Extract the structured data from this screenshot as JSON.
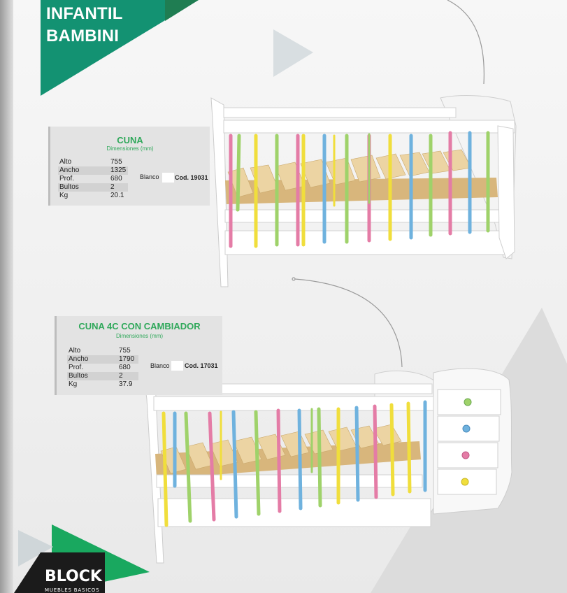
{
  "header": {
    "line1": "INFANTIL",
    "line2": "BAMBINI"
  },
  "products": [
    {
      "title": "CUNA",
      "subtitle": "Dimensiones (mm)",
      "specs": [
        {
          "label": "Alto",
          "value": "755"
        },
        {
          "label": "Ancho",
          "value": "1325"
        },
        {
          "label": "Prof.",
          "value": "680"
        },
        {
          "label": "Bultos",
          "value": "2"
        },
        {
          "label": "Kg",
          "value": "20.1"
        }
      ],
      "color_name": "Blanco",
      "code": "Cod. 19031"
    },
    {
      "title": "CUNA 4C CON CAMBIADOR",
      "subtitle": "Dimensiones (mm)",
      "specs": [
        {
          "label": "Alto",
          "value": "755"
        },
        {
          "label": "Ancho",
          "value": "1790"
        },
        {
          "label": "Prof.",
          "value": "680"
        },
        {
          "label": "Bultos",
          "value": "2"
        },
        {
          "label": "Kg",
          "value": "37.9"
        }
      ],
      "color_name": "Blanco",
      "code": "Cod. 17031"
    }
  ],
  "brand": {
    "name": "BLOCK",
    "tagline": "MUEBLES BASICOS"
  },
  "colors": {
    "accent_green": "#2fa85a",
    "header_teal": "#14906f",
    "bar_pink": "#e47ca6",
    "bar_yellow": "#f0de3c",
    "bar_green": "#9fd26a",
    "bar_blue": "#6fb2de",
    "wood": "#e3c48c"
  }
}
